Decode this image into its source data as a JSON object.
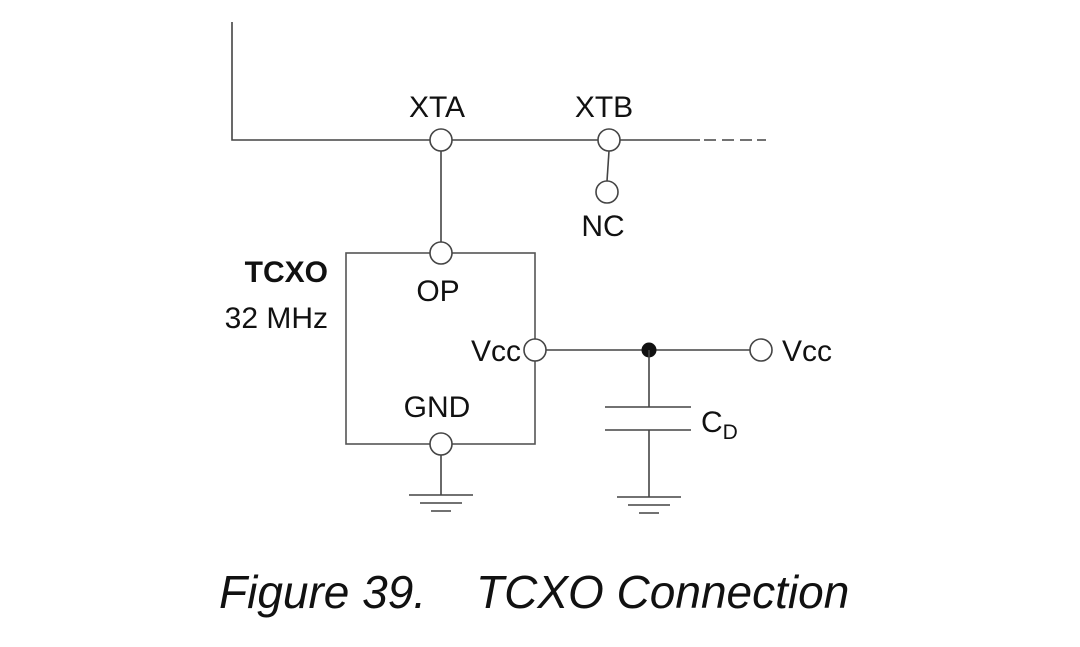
{
  "pins": {
    "xta": "XTA",
    "xtb": "XTB",
    "nc": "NC",
    "op": "OP",
    "vcc_in": "Vcc",
    "gnd": "GND",
    "vcc_out": "Vcc"
  },
  "component": {
    "name": "TCXO",
    "frequency": "32 MHz"
  },
  "capacitor": {
    "label": "C",
    "subscript": "D"
  },
  "caption": {
    "number": "Figure 39.",
    "title": "TCXO Connection"
  }
}
